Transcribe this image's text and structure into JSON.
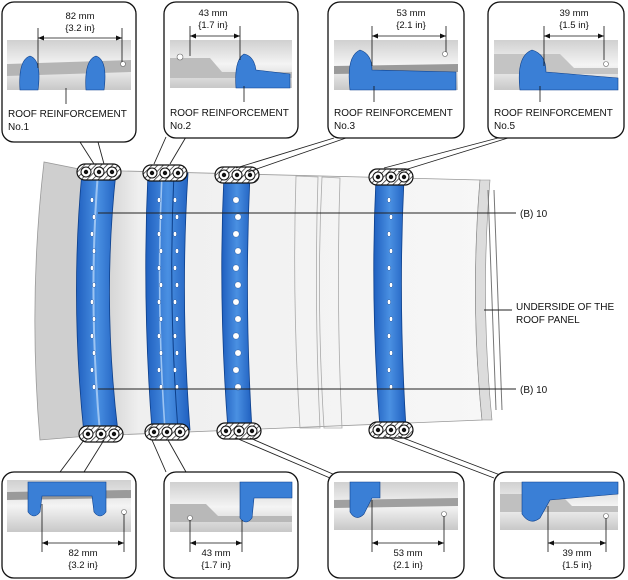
{
  "top_callouts": [
    {
      "dim_mm": "82 mm",
      "dim_in": "{3.2 in}",
      "label": "ROOF REINFORCEMENT",
      "sub": "No.1"
    },
    {
      "dim_mm": "43 mm",
      "dim_in": "{1.7 in}",
      "label": "ROOF REINFORCEMENT",
      "sub": "No.2"
    },
    {
      "dim_mm": "53 mm",
      "dim_in": "{2.1 in}",
      "label": "ROOF REINFORCEMENT",
      "sub": "No.3"
    },
    {
      "dim_mm": "39 mm",
      "dim_in": "{1.5 in}",
      "label": "ROOF REINFORCEMENT",
      "sub": "No.5"
    }
  ],
  "bottom_callouts": [
    {
      "dim_mm": "82 mm",
      "dim_in": "{3.2 in}"
    },
    {
      "dim_mm": "43 mm",
      "dim_in": "{1.7 in}"
    },
    {
      "dim_mm": "53 mm",
      "dim_in": "{2.1 in}"
    },
    {
      "dim_mm": "39 mm",
      "dim_in": "{1.5 in}"
    }
  ],
  "side_labels": {
    "bolt_top": "(B) 10",
    "bolt_bottom": "(B) 10",
    "underside_1": "UNDERSIDE OF THE",
    "underside_2": "ROOF PANEL"
  },
  "colors": {
    "reinforcement": "#3a7fd6",
    "panel": "#e8e8e8",
    "outline": "#222222"
  }
}
